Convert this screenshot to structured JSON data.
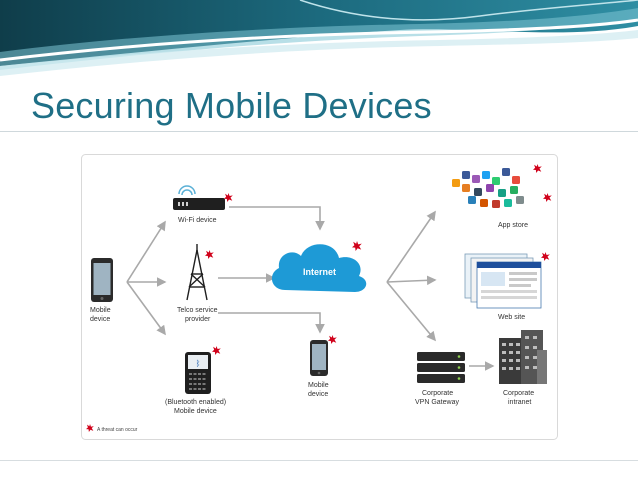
{
  "slide": {
    "title": "Securing Mobile Devices"
  },
  "diagram": {
    "nodes": {
      "mobile_device_left": {
        "line1": "Mobile",
        "line2": "device"
      },
      "wifi": {
        "line1": "Wi-Fi device"
      },
      "telco": {
        "line1": "Telco service",
        "line2": "provider"
      },
      "bluetooth": {
        "line1": "(Bluetooth enabled)",
        "line2": "Mobile device"
      },
      "internet": {
        "line1": "Internet"
      },
      "mobile_device_center": {
        "line1": "Mobile",
        "line2": "device"
      },
      "app_store": {
        "line1": "App store"
      },
      "web_site": {
        "line1": "Web site"
      },
      "vpn": {
        "line1": "Corporate",
        "line2": "VPN Gateway"
      },
      "intranet": {
        "line1": "Corporate",
        "line2": "intranet"
      }
    },
    "legend": {
      "text": "A threat can occur"
    },
    "colors": {
      "threat": "#d0021b",
      "arrow": "#a9a9a9",
      "cloud": "#1e9ad6",
      "title": "#1f6f86"
    }
  }
}
